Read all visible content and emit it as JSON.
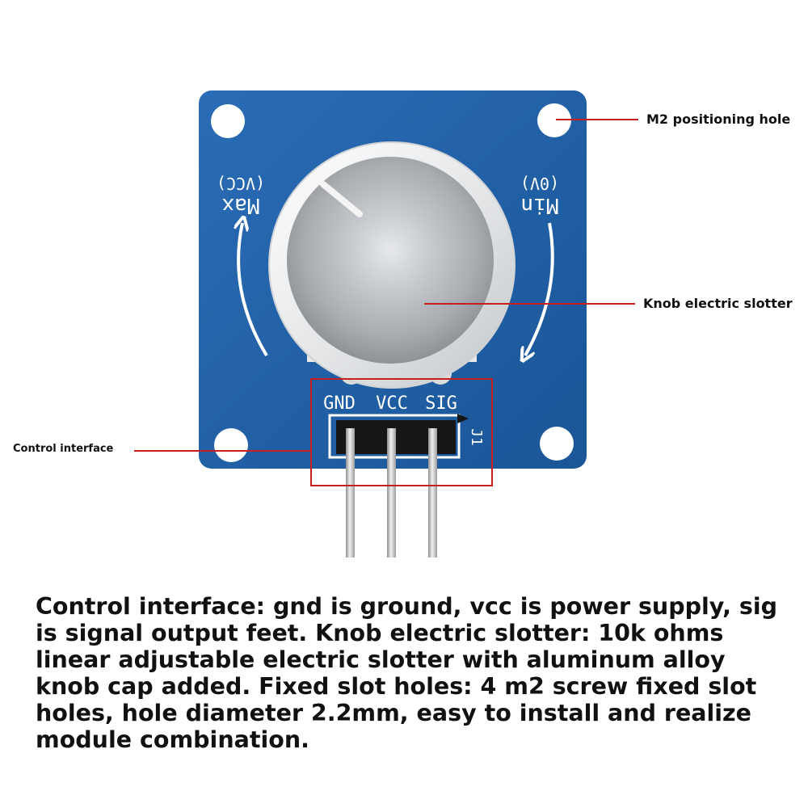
{
  "callouts": {
    "m2_hole": "M2 positioning hole",
    "knob": "Knob electric slotter",
    "control": "Control interface"
  },
  "board": {
    "max_label": "Max",
    "max_sub": "(VCC)",
    "min_label": "Min",
    "min_sub": "(0V)",
    "pins": [
      "GND",
      "VCC",
      "SIG"
    ],
    "header_ref": "J1"
  },
  "colors": {
    "pcb": "#1f5fa8",
    "callout_line": "#c81e1e",
    "knob": "#b9bcc0"
  },
  "description": "Control interface: gnd is ground, vcc is power supply, sig is signal output feet. Knob electric slotter: 10k ohms linear adjustable electric slotter with aluminum alloy knob cap added. Fixed slot holes: 4 m2 screw fixed slot holes, hole diameter 2.2mm, easy to install and realize module combination."
}
